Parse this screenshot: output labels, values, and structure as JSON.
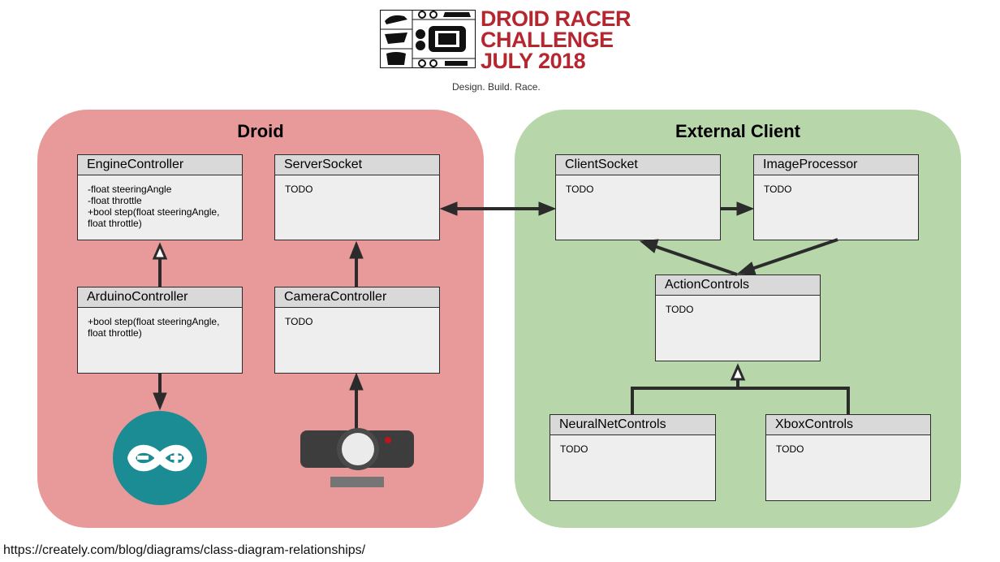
{
  "header": {
    "title_lines": [
      "DROID RACER",
      "CHALLENGE",
      "JULY 2018"
    ],
    "tagline": "Design. Build. Race."
  },
  "groups": {
    "droid": {
      "title": "Droid",
      "color": "#e89a9a"
    },
    "external": {
      "title": "External Client",
      "color": "#b7d6a9"
    }
  },
  "classes": {
    "engine_controller": {
      "name": "EngineController",
      "body": "-float steeringAngle\n-float throttle\n+bool step(float steeringAngle,\nfloat throttle)"
    },
    "server_socket": {
      "name": "ServerSocket",
      "body": "TODO"
    },
    "arduino_controller": {
      "name": "ArduinoController",
      "body": "+bool step(float steeringAngle,\nfloat throttle)"
    },
    "camera_controller": {
      "name": "CameraController",
      "body": "TODO"
    },
    "client_socket": {
      "name": "ClientSocket",
      "body": "TODO"
    },
    "image_processor": {
      "name": "ImageProcessor",
      "body": "TODO"
    },
    "action_controls": {
      "name": "ActionControls",
      "body": "TODO"
    },
    "neural_net_controls": {
      "name": "NeuralNetControls",
      "body": "TODO"
    },
    "xbox_controls": {
      "name": "XboxControls",
      "body": "TODO"
    }
  },
  "icons": {
    "arduino": "arduino-logo-icon",
    "webcam": "webcam-icon",
    "arduino_color": "#1b8c93",
    "webcam_color": "#3d3d3d",
    "webcam_led_color": "#c0141c"
  },
  "footer": {
    "url": "https://creately.com/blog/diagrams/class-diagram-relationships/"
  }
}
